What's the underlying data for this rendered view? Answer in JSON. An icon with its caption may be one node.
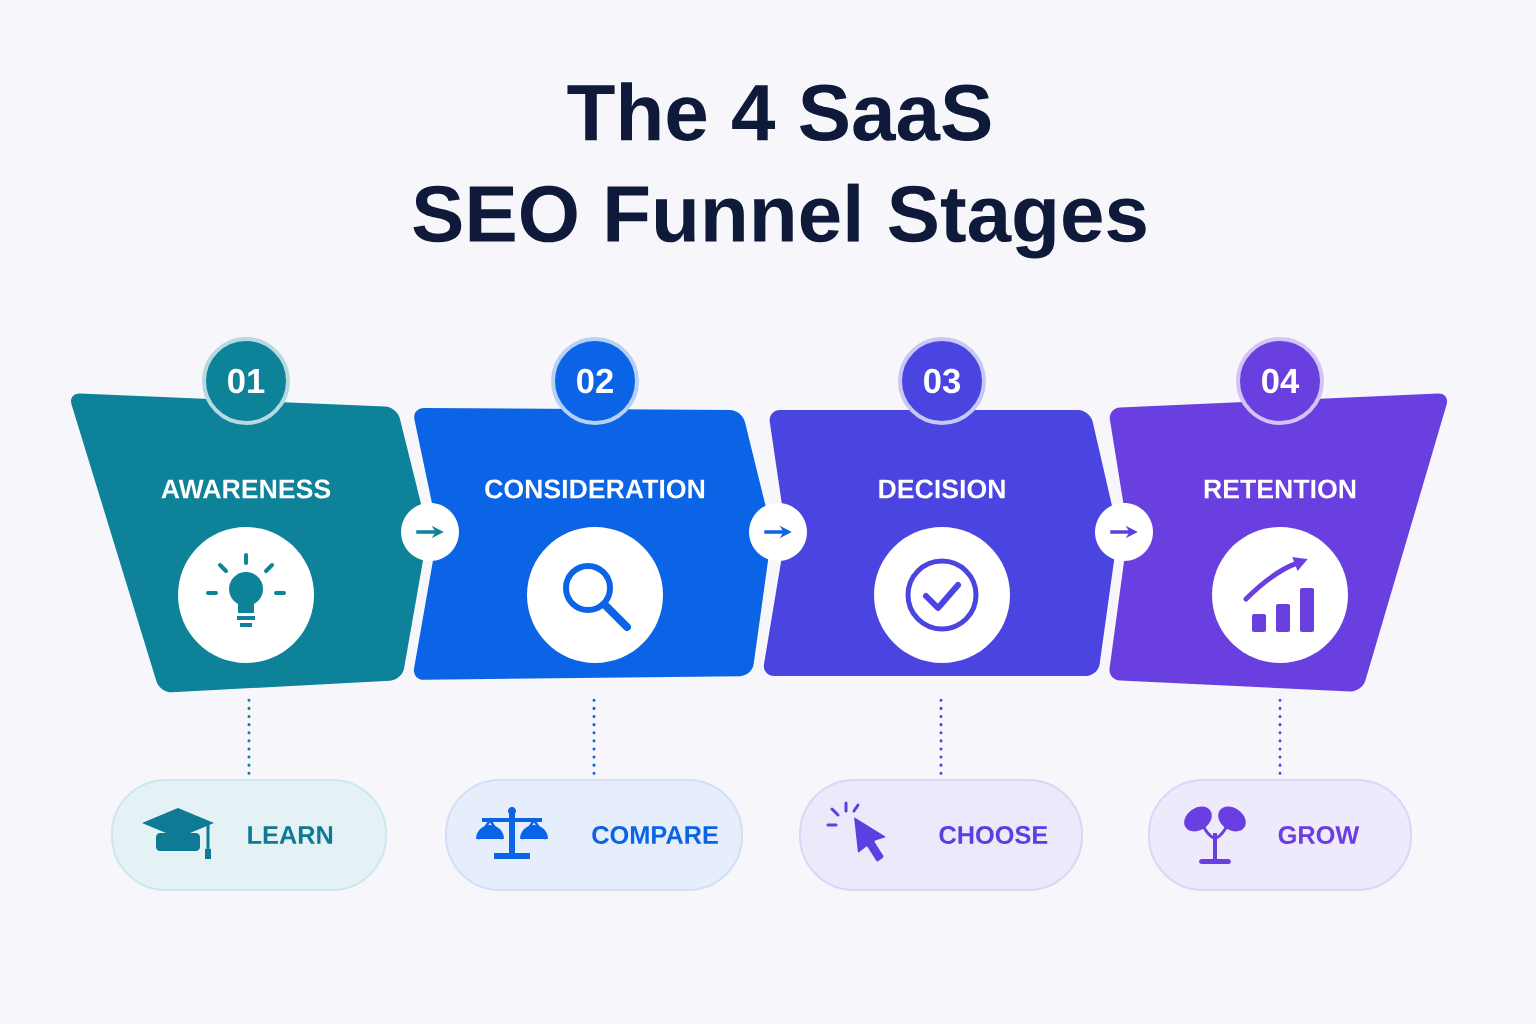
{
  "diagram": {
    "title": "The 4 SaaS SEO Funnel Stages",
    "nodes": [
      {
        "text": [
          "01",
          "AWARENESS"
        ]
      },
      {
        "text": [
          "02",
          "CONSIDERATION"
        ]
      },
      {
        "text": [
          "03",
          "DECISION"
        ]
      },
      {
        "text": [
          "04",
          "RETENTION"
        ]
      },
      {
        "text": [
          "LEARN"
        ]
      },
      {
        "text": [
          "COMPARE"
        ]
      },
      {
        "text": [
          "CHOOSE"
        ]
      },
      {
        "text": [
          "GROW"
        ]
      }
    ],
    "edges": [
      {
        "from": 0,
        "to": 1,
        "arrow": "to",
        "color": "#0e8299"
      },
      {
        "from": 1,
        "to": 2,
        "arrow": "to",
        "color": "#0b63e5"
      },
      {
        "from": 2,
        "to": 3,
        "arrow": "to",
        "color": "#5b3fe0"
      },
      {
        "from": 0,
        "to": 4,
        "arrow": "none",
        "style": "dashed",
        "color": "#0e8299"
      },
      {
        "from": 1,
        "to": 5,
        "arrow": "none",
        "style": "dashed",
        "color": "#0b63e5"
      },
      {
        "from": 2,
        "to": 6,
        "arrow": "none",
        "style": "dashed",
        "color": "#4a45e0"
      },
      {
        "from": 3,
        "to": 7,
        "arrow": "none",
        "style": "dashed",
        "color": "#6a3fe0"
      }
    ]
  }
}
